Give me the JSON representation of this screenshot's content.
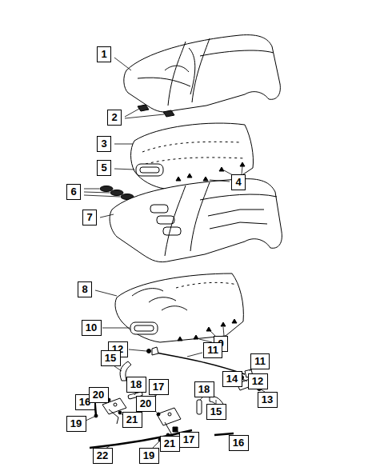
{
  "diagram": {
    "nodes": [
      {
        "text": [
          "1"
        ]
      },
      {
        "text": [
          "2"
        ]
      },
      {
        "text": [
          "3"
        ]
      },
      {
        "text": [
          "5"
        ]
      },
      {
        "text": [
          "4"
        ]
      },
      {
        "text": [
          "6"
        ]
      },
      {
        "text": [
          "7"
        ]
      },
      {
        "text": [
          "8"
        ]
      },
      {
        "text": [
          "10"
        ]
      },
      {
        "text": [
          "9"
        ]
      },
      {
        "text": [
          "12"
        ]
      },
      {
        "text": [
          "11"
        ]
      },
      {
        "text": [
          "11"
        ]
      },
      {
        "text": [
          "12"
        ]
      },
      {
        "text": [
          "15"
        ]
      },
      {
        "text": [
          "18"
        ]
      },
      {
        "text": [
          "17"
        ]
      },
      {
        "text": [
          "14"
        ]
      },
      {
        "text": [
          "13"
        ]
      },
      {
        "text": [
          "16"
        ]
      },
      {
        "text": [
          "20"
        ]
      },
      {
        "text": [
          "18"
        ]
      },
      {
        "text": [
          "20"
        ]
      },
      {
        "text": [
          "15"
        ]
      },
      {
        "text": [
          "19"
        ]
      },
      {
        "text": [
          "21"
        ]
      },
      {
        "text": [
          "17"
        ]
      },
      {
        "text": [
          "21"
        ]
      },
      {
        "text": [
          "16"
        ]
      },
      {
        "text": [
          "19"
        ]
      },
      {
        "text": [
          "22"
        ]
      }
    ]
  }
}
